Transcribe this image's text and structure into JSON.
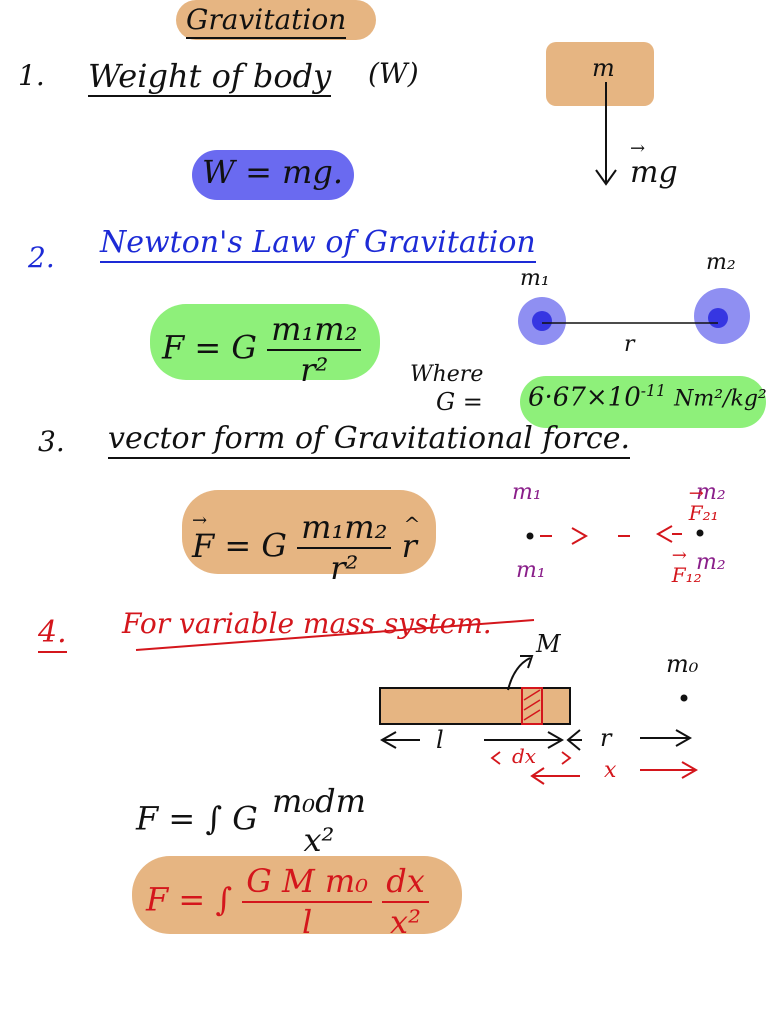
{
  "colors": {
    "ink": "#111111",
    "blue_ink": "#1d2bd6",
    "red_ink": "#d4161c",
    "purple_ink": "#8a1f8a",
    "orange_highlight": "#e6b582",
    "blue_highlight": "#6a6af0",
    "green_highlight": "#8ef07a",
    "mass_circle": "#6f72ea"
  },
  "title": "Gravitation",
  "section1": {
    "number": "1.",
    "heading": "Weight of body",
    "symbol": "(W)",
    "formula": "W = mg.",
    "mass_label": "m",
    "force_label": "mg"
  },
  "section2": {
    "number": "2.",
    "heading": "Newton's Law of Gravitation",
    "formula_lhs": "F = G",
    "formula_num": "m₁m₂",
    "formula_den": "r²",
    "mass1_label": "m₁",
    "mass2_label": "m₂",
    "distance_label": "r",
    "where_label": "Where",
    "g_label": "G =",
    "g_value": "6·67×10",
    "g_exponent": "-11",
    "g_units": "Nm²/kg²"
  },
  "section3": {
    "number": "3.",
    "heading": "vector form of Gravitational force.",
    "formula_lhs": "F",
    "formula_eq": "= G",
    "formula_num": "m₁m₂",
    "formula_den": "r²",
    "unit_vector": "r",
    "m1_top": "m₁",
    "m2_top": "m₂",
    "m1_bottom": "m₁",
    "m2_bottom": "m₂",
    "f21_label": "F₂₁",
    "f12_label": "F₁₂"
  },
  "section4": {
    "number": "4.",
    "heading": "For variable mass system.",
    "rod_mass_label": "M",
    "point_mass_label": "m₀",
    "length_label": "l",
    "r_label": "r",
    "dx_label": "dx",
    "x_label": "x",
    "formula1_lhs": "F = ∫ G",
    "formula1_num": "m₀dm",
    "formula1_den": "x²",
    "formula2_lhs": "F = ∫",
    "formula2_num1": "G M m₀",
    "formula2_den1": "l",
    "formula2_num2": "dx",
    "formula2_den2": "x²"
  }
}
